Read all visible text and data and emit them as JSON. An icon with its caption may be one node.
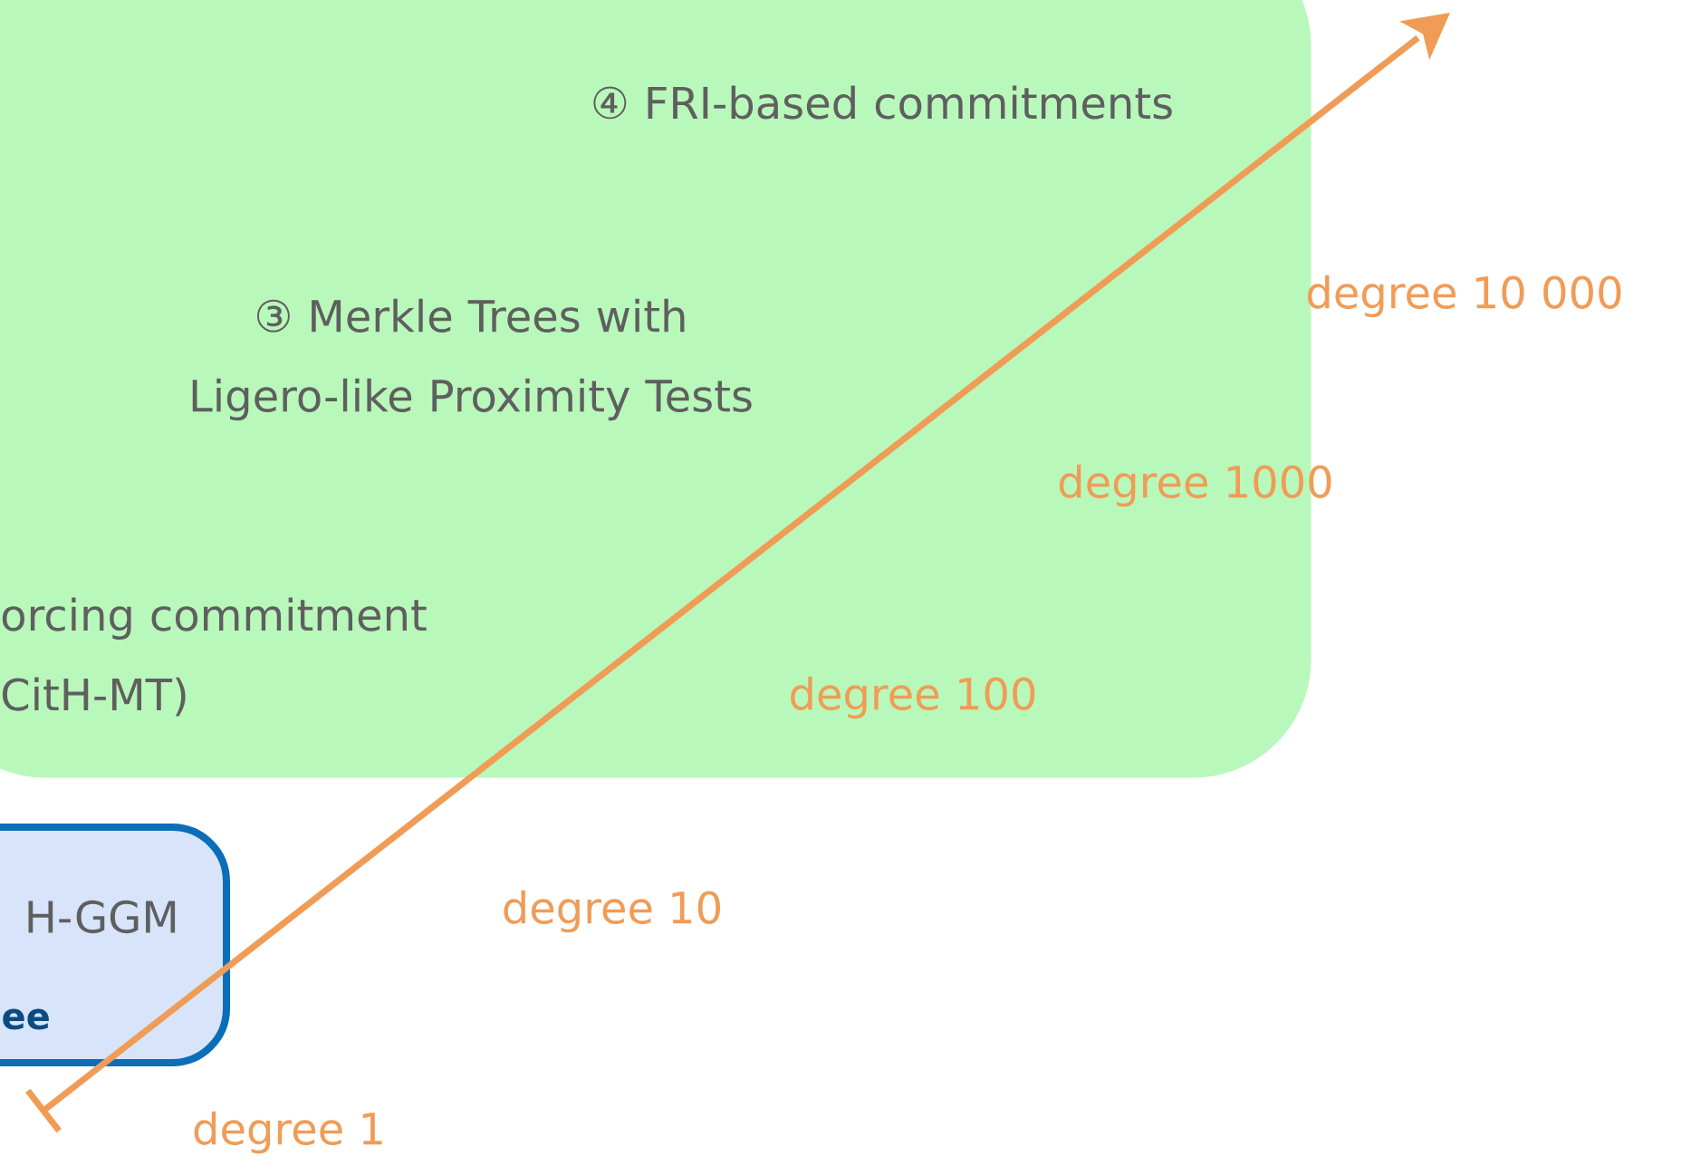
{
  "diagram": {
    "nodes": [
      {
        "text": [
          "④ FRI-based commitments",
          "③ Merkle Trees with Ligero-like Proximity Tests",
          "orcing commitment CitH-MT)"
        ]
      },
      {
        "text": [
          "H-GGM",
          "ee"
        ]
      }
    ],
    "labels": [
      "degree 10 000",
      "degree 1000",
      "degree 100",
      "degree 10",
      "degree 1"
    ]
  }
}
